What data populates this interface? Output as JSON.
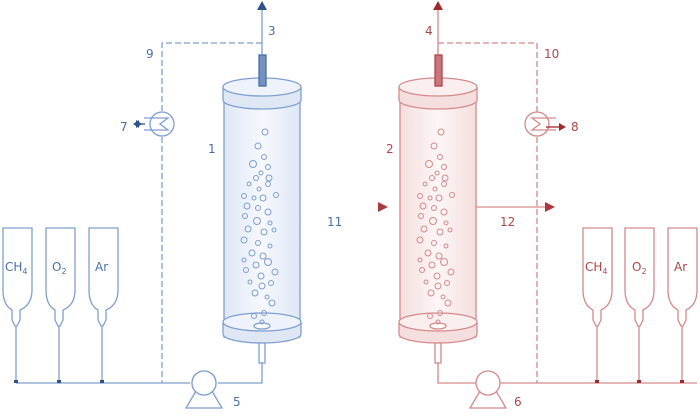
{
  "diagram": {
    "type": "process-flow",
    "colors": {
      "blue": "#4a6fa8",
      "blue_light": "#7f9fcf",
      "blue_fill": "#e8eef8",
      "blue_dark": "#2f528a",
      "red": "#b0454a",
      "red_light": "#d48a8c",
      "red_fill": "#f8e8e8",
      "red_dark": "#9c2a2f"
    },
    "labels": {
      "reactor1": "1",
      "reactor2": "2",
      "outlet1": "3",
      "outlet2": "4",
      "pump1": "5",
      "pump2": "6",
      "cooler1_out": "7",
      "cooler2_out": "8",
      "recycle1": "9",
      "recycle2": "10",
      "transfer1": "11",
      "transfer2": "12"
    },
    "left_cylinders": [
      {
        "gas": "CH",
        "sub": "4"
      },
      {
        "gas": "O",
        "sub": "2"
      },
      {
        "gas": "Ar",
        "sub": ""
      }
    ],
    "right_cylinders": [
      {
        "gas": "CH",
        "sub": "4"
      },
      {
        "gas": "O",
        "sub": "2"
      },
      {
        "gas": "Ar",
        "sub": ""
      }
    ]
  }
}
